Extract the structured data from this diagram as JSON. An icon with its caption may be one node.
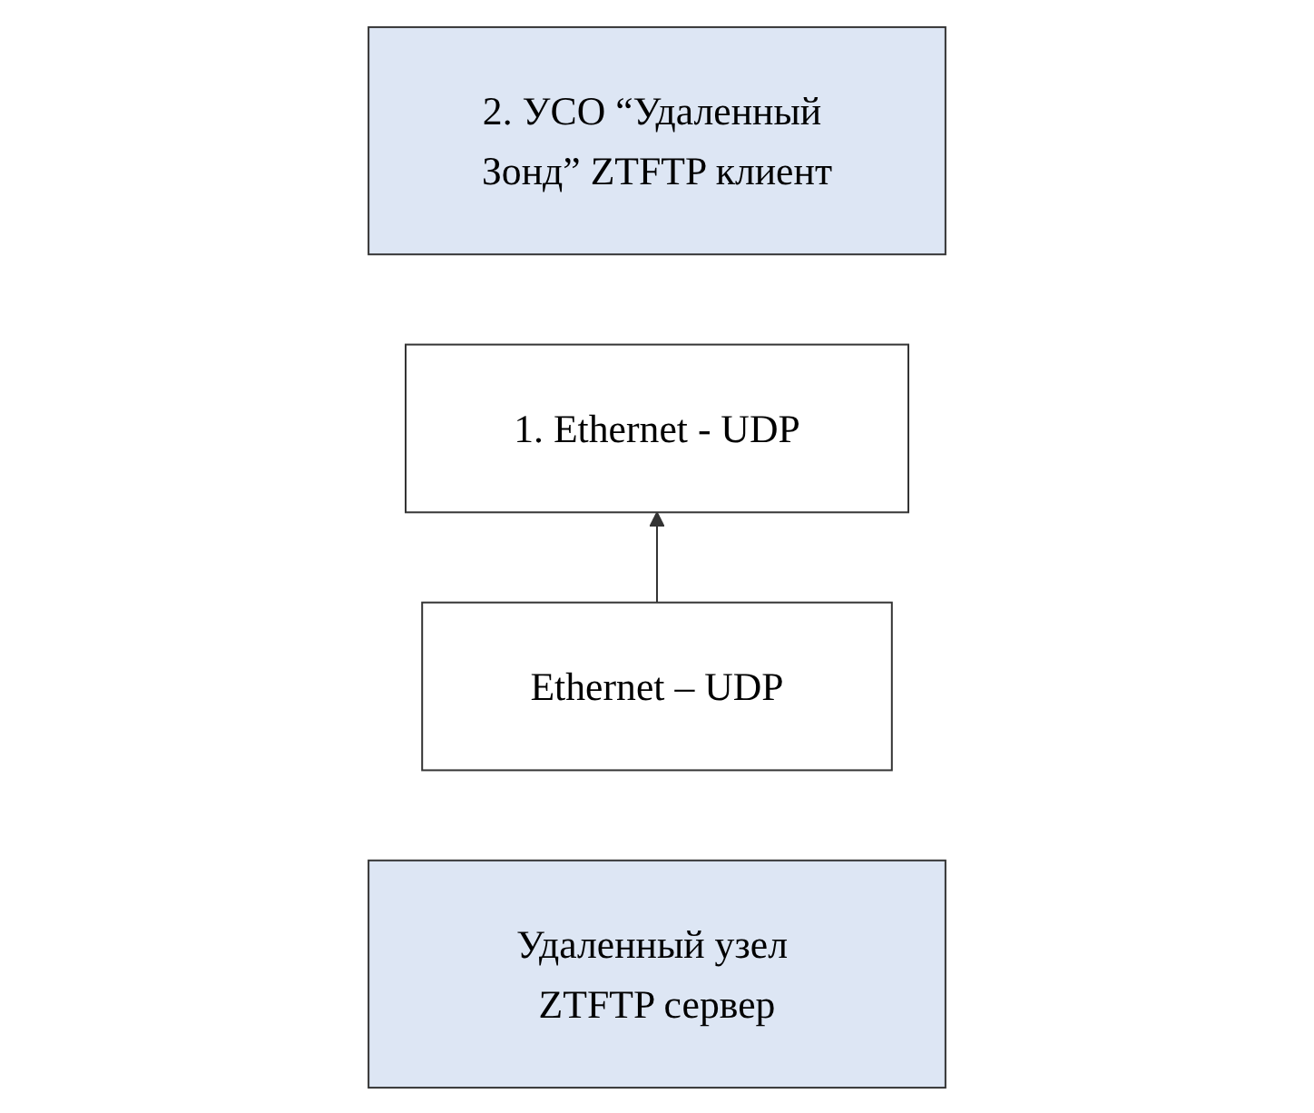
{
  "diagram": {
    "nodes": [
      {
        "text": [
          "2. УСО “Удаленный Зонд” ZTFTP клиент"
        ]
      },
      {
        "text": [
          "1. Ethernet - UDP"
        ]
      },
      {
        "text": [
          "Ethernet – UDP"
        ]
      },
      {
        "text": [
          "Удаленный узел ZTFTP сервер"
        ]
      }
    ],
    "edges": [
      {
        "from": 2,
        "to": 1,
        "arrow": "to"
      }
    ]
  }
}
